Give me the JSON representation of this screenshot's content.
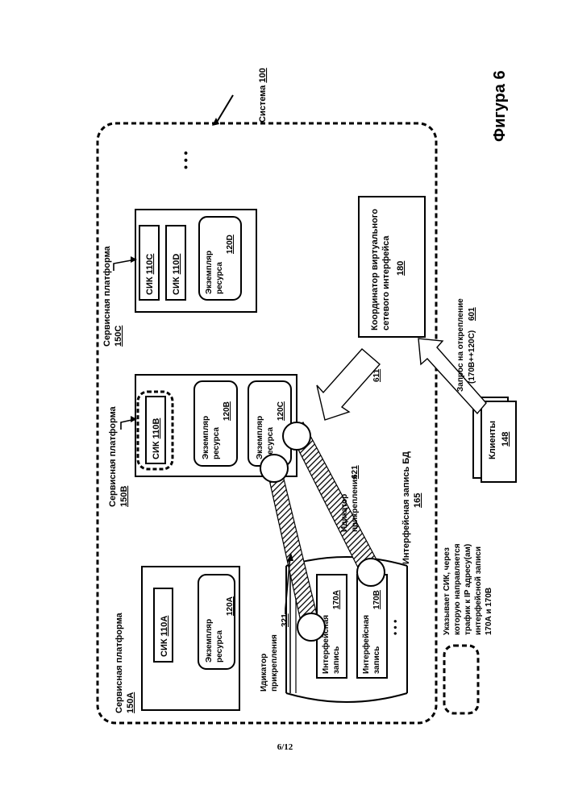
{
  "figure": {
    "title": "Фигура 6",
    "page_number": "6/12",
    "system": {
      "label": "Система",
      "ref": "100"
    },
    "ellipsis": "• • •",
    "platforms": [
      {
        "label": "Сервисная платформа",
        "ref": "150A"
      },
      {
        "label": "Сервисная платформа",
        "ref": "150B"
      },
      {
        "label": "Сервисная платформа",
        "ref": "150C"
      }
    ],
    "nics": [
      {
        "label": "СИК",
        "ref": "110A"
      },
      {
        "label": "СИК",
        "ref": "110B"
      },
      {
        "label": "СИК",
        "ref": "110C"
      },
      {
        "label": "СИК",
        "ref": "110D"
      }
    ],
    "resources": [
      {
        "line1": "Экземпляр",
        "line2": "ресурса",
        "ref": "120A"
      },
      {
        "line1": "Экземпляр",
        "line2": "ресурса",
        "ref": "120B"
      },
      {
        "line1": "Экземпляр",
        "line2": "ресурса",
        "ref": "120C"
      },
      {
        "line1": "Экземпляр",
        "line2": "ресурса",
        "ref": "120D"
      }
    ],
    "coordinator": {
      "line1": "Координатор виртуального",
      "line2": "сетевого интерфейса",
      "ref": "180"
    },
    "clients": {
      "label": "Клиенты",
      "ref": "148"
    },
    "request": {
      "line1": "Запрос на открепление",
      "line2": "(170B++120C)",
      "ref": "601"
    },
    "arrow_ref": "611",
    "attach_321": {
      "line1": "Идикатор",
      "line2": "прикрепления",
      "ref": "321"
    },
    "attach_621": {
      "line1": "Идикатор",
      "line2": "прикрепления",
      "ref": "621"
    },
    "db": {
      "label": "Интерфейсная запись БД",
      "ref": "165"
    },
    "records": [
      {
        "line1": "Интерфейсная",
        "line2": "запись",
        "ref": "170A"
      },
      {
        "line1": "Интерфейсная",
        "line2": "запись",
        "ref": "170B"
      }
    ],
    "legend": [
      "Указывает СИК, через",
      "которую направляется",
      "трафик к IP адресу(ам)",
      "интерфейсной записи",
      "170A и 170B"
    ]
  }
}
